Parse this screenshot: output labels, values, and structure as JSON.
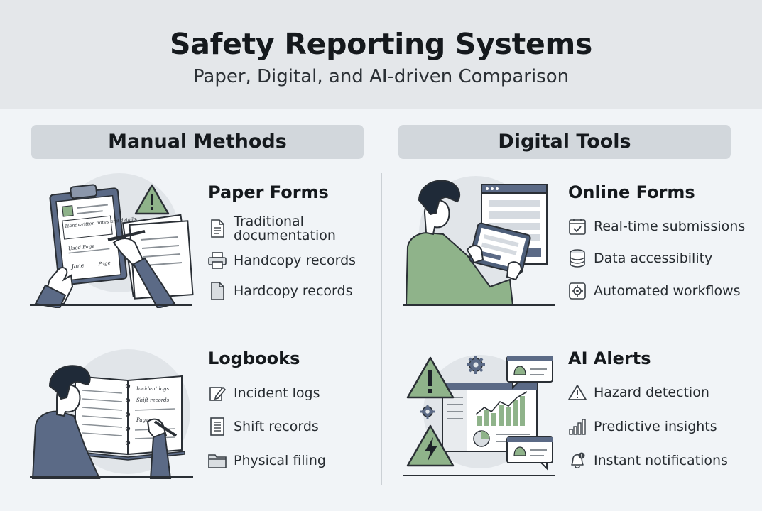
{
  "header": {
    "title": "Safety Reporting Systems",
    "subtitle": "Paper, Digital, and AI-driven Comparison"
  },
  "columns": {
    "left": "Manual Methods",
    "right": "Digital Tools"
  },
  "sections": {
    "paper_forms": {
      "title": "Paper Forms",
      "items": [
        "Traditional documentation",
        "Handcopy records",
        "Hardcopy records"
      ],
      "illustration_text": [
        "Handwritten notes and details.",
        "Used Page",
        "Jane",
        "Page"
      ]
    },
    "logbooks": {
      "title": "Logbooks",
      "items": [
        "Incident logs",
        "Shift records",
        "Physical filing"
      ],
      "illustration_text": [
        "Incident logs",
        "Shift records",
        "Pages"
      ]
    },
    "online_forms": {
      "title": "Online Forms",
      "items": [
        "Real-time submissions",
        "Data accessibility",
        "Automated workflows"
      ]
    },
    "ai_alerts": {
      "title": "AI Alerts",
      "items": [
        "Hazard detection",
        "Predictive insights",
        "Instant notifications"
      ]
    }
  },
  "icons": {
    "paper_forms": [
      "document-icon",
      "printer-icon",
      "page-icon"
    ],
    "logbooks": [
      "pencil-icon",
      "list-icon",
      "folder-icon"
    ],
    "online_forms": [
      "calendar-check-icon",
      "database-icon",
      "gear-box-icon"
    ],
    "ai_alerts": [
      "warning-icon",
      "bar-chart-icon",
      "bell-alert-icon"
    ]
  },
  "colors": {
    "header_bg": "#e4e7ea",
    "page_bg": "#f1f4f7",
    "column_header_bg": "#d2d7dc",
    "accent_green": "#8fb38a",
    "accent_slate": "#4e5f7a"
  }
}
